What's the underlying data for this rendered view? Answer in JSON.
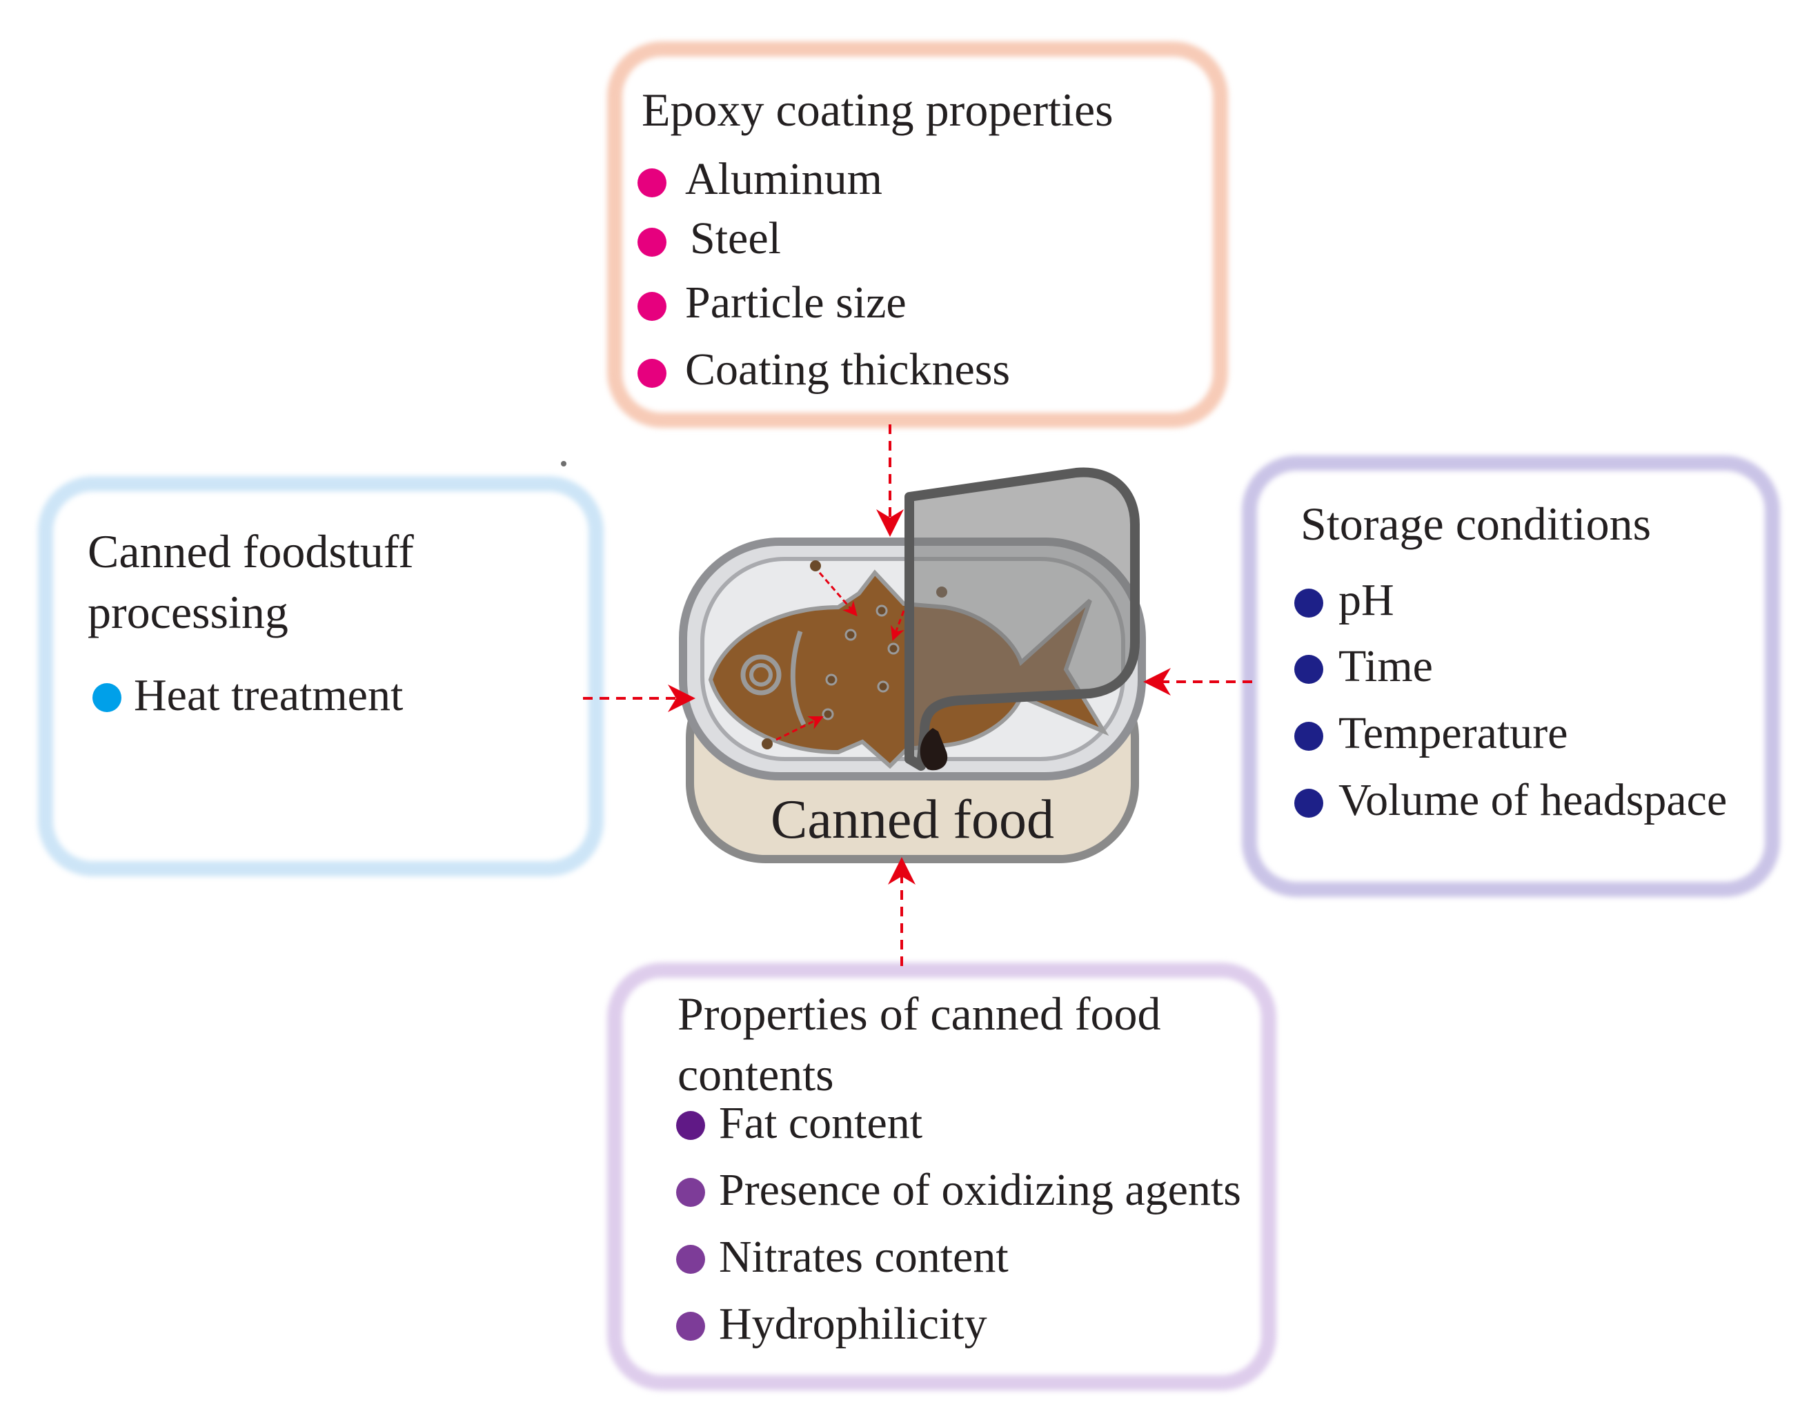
{
  "center": {
    "label": "Canned food"
  },
  "panels": {
    "epoxy": {
      "title": "Epoxy  coating properties",
      "items": [
        "Aluminum",
        "Steel",
        "Particle size",
        "Coating thickness"
      ],
      "bullet_color": "#e6007e"
    },
    "processing": {
      "title_line1": "Canned foodstuff",
      "title_line2": "processing",
      "items": [
        "Heat treatment"
      ],
      "bullet_color": "#00a0e9"
    },
    "storage": {
      "title": "Storage conditions",
      "items": [
        "pH",
        "Time",
        "Temperature",
        "Volume of headspace"
      ],
      "bullet_color": "#1d2088"
    },
    "contents": {
      "title_line1": "Properties of canned food",
      "title_line2": "contents",
      "items": [
        "Fat content",
        "Presence of oxidizing agents",
        "Nitrates content",
        "Hydrophilicity"
      ],
      "bullet_colors": [
        "#601986",
        "#7d3c98",
        "#7d3c98",
        "#7d3c98"
      ]
    }
  },
  "colors": {
    "arrow": "#e60012",
    "fish": "#8c5a2a",
    "can_rim": "#7a7a7a",
    "can_base": "#e6dccb"
  }
}
